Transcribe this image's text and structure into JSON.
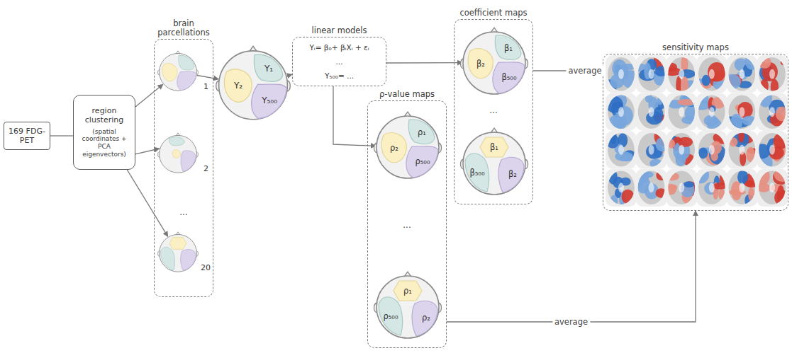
{
  "diagram": {
    "nodes": [
      {
        "text": [
          "169 FDG-PET"
        ]
      },
      {
        "text": [
          "region clustering",
          "(spatial coordinates + PCA eigenvectors)"
        ]
      },
      {
        "text": [
          "brain parcellations"
        ]
      },
      {
        "text": [
          "1"
        ],
        "in": 2
      },
      {
        "text": [
          "2"
        ],
        "in": 2
      },
      {
        "text": [
          "20"
        ],
        "in": 2
      },
      {
        "text": [
          "Y₁",
          "Y₂",
          "Y₅₀₀"
        ]
      },
      {
        "text": [
          "linear models",
          "Yᵢ= β₀+ βᵢXᵢ + εᵢ",
          "...",
          "Y₅₀₀= ..."
        ]
      },
      {
        "text": [
          "coefficient maps"
        ]
      },
      {
        "text": [
          "β₁",
          "β₂",
          "β₅₀₀"
        ],
        "in": 8
      },
      {
        "text": [
          "β₁",
          "β₅₀₀",
          "β₂"
        ],
        "in": 8
      },
      {
        "text": [
          "ρ-value maps"
        ]
      },
      {
        "text": [
          "ρ₁",
          "ρ₂",
          "ρ₅₀₀"
        ],
        "in": 11
      },
      {
        "text": [
          "ρ₁",
          "ρ₅₀₀",
          "ρ₂"
        ],
        "in": 11
      },
      {
        "text": [
          "sensitivity maps"
        ]
      }
    ],
    "edges": [
      {
        "from": 0,
        "to": 1,
        "arrow": "none"
      },
      {
        "from": 1,
        "to": 3,
        "arrow": "to"
      },
      {
        "from": 1,
        "to": 4,
        "arrow": "to"
      },
      {
        "from": 1,
        "to": 5,
        "arrow": "to"
      },
      {
        "from": 3,
        "to": 6,
        "arrow": "to"
      },
      {
        "from": 6,
        "to": 7,
        "arrow": "to"
      },
      {
        "from": 7,
        "to": 9,
        "arrow": "to"
      },
      {
        "from": 7,
        "to": 12,
        "arrow": "to"
      },
      {
        "from": 8,
        "to": 14,
        "label": "average",
        "arrow": "to"
      },
      {
        "from": 11,
        "to": 14,
        "label": "average",
        "arrow": "to"
      }
    ],
    "labels": [
      "...",
      "...",
      "..."
    ]
  }
}
